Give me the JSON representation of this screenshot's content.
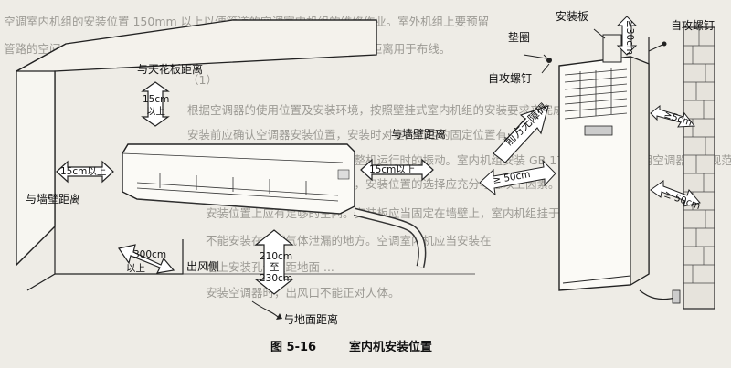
{
  "figure": {
    "caption_number": "图 5-16",
    "caption_title": "室内机安装位置"
  },
  "labels": {
    "ceiling_distance": "与天花板距离",
    "dist_15_top_a": "15cm",
    "dist_15_top_b": "以上",
    "wall_dist_left_value": "15cm以上",
    "wall_dist_left": "与墙壁距离",
    "wall_dist_right": "与墙壁距离",
    "wall_dist_right_value": "15cm以上",
    "dist_300_a": "300cm",
    "dist_300_b": "以上",
    "air_outlet": "出风侧",
    "floor_a": "210cm",
    "floor_b": "至",
    "floor_c": "230cm",
    "floor_distance": "与地面距离",
    "washer": "垫圈",
    "mount_plate": "安装板",
    "self_tap_screw_left": "自攻螺钉",
    "self_tap_screw_right": "自攻螺钉",
    "dist_30cm": "≥30cm",
    "front_no_obstacle": "前方无障碍",
    "dist_5cm_top": "≥5cm",
    "dist_50cm_left": "≥ 50cm",
    "dist_50cm_right": "≥ 50cm"
  },
  "background_text": [
    "空调室内机组的安装位置 150mm 以上以便管道的空调室内机组的维修作业。室外机组上要预留",
    "管路的空间，与 GB 17790—2008 的规定相同。安装的空调器中有一段距离用于布线。",
    "（1）",
    "根据空调器的使用位置及安装环境，按照壁挂式室内机组的安装要求来完成室内机组的安装。",
    "安装前应确认空调器安装位置，安装时对室内机组的固定位置有",
    "墙壁能承受室内机组的重量和整机运行时的振动。室内机组安装 GB 17790—2008 家用空调器安装规范",
    "的要求来安装和固定室内机组，安装位置的选择应充分考虑以上因素。",
    "安装位置上应有足够的空间。安装板应当固定在墙壁上，室内机组挂于安装板上。",
    "不能安装在易燃气体泄漏的地方。空调室内机应当安装在",
    "墙上安装孔位置距地面 ...",
    "安装空调器时，出风口不能正对人体。"
  ]
}
